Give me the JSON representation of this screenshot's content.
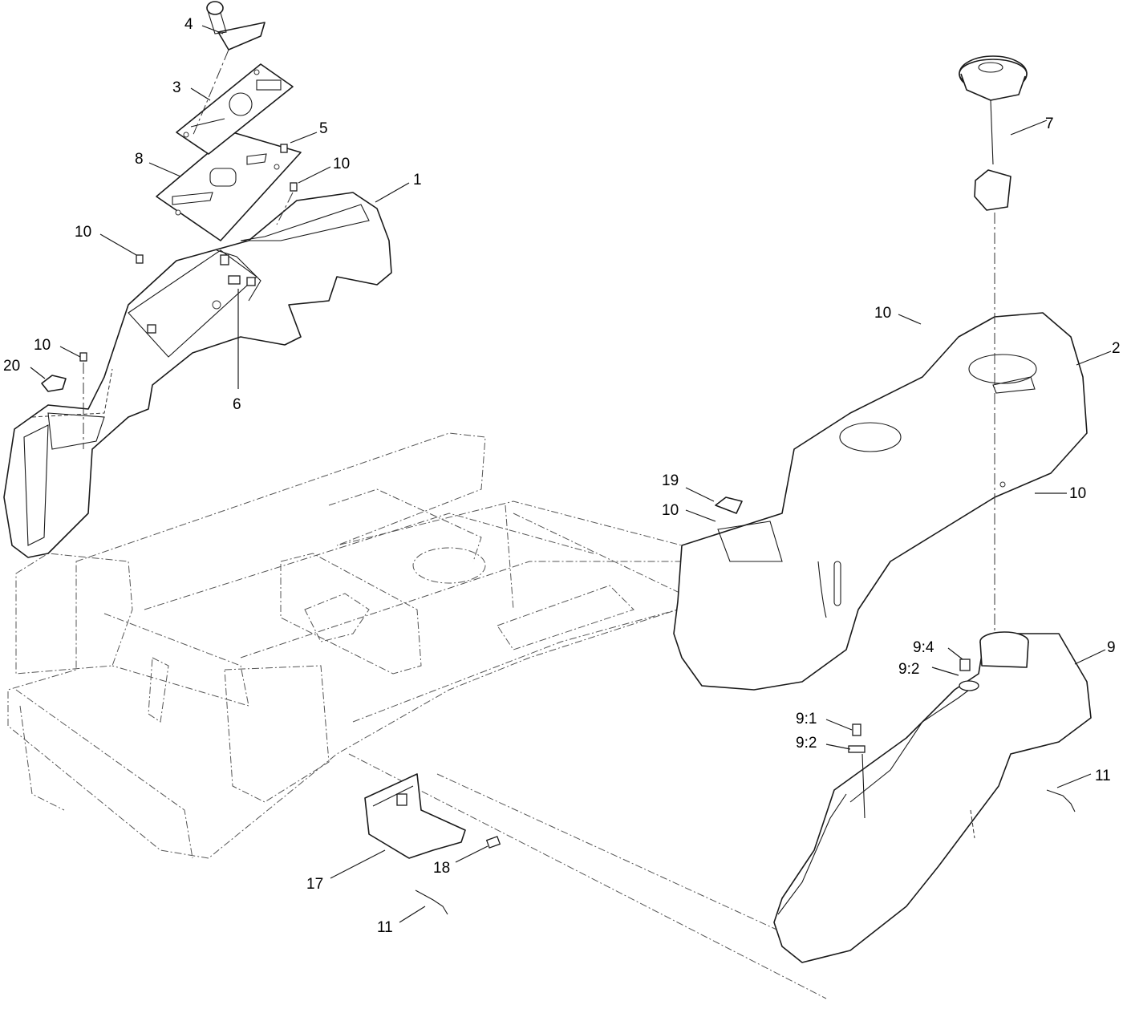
{
  "callouts": {
    "c1": "1",
    "c2": "2",
    "c3": "3",
    "c4": "4",
    "c5": "5",
    "c6": "6",
    "c7": "7",
    "c8": "8",
    "c9": "9",
    "c9_1": "9:1",
    "c9_2a": "9:2",
    "c9_2b": "9:2",
    "c9_4": "9:4",
    "c10_top": "10",
    "c10_left": "10",
    "c10_left_low": "10",
    "c10_right_top": "10",
    "c10_right": "10",
    "c10_mid": "10",
    "c11_bottom": "11",
    "c11_right": "11",
    "c17": "17",
    "c18": "18",
    "c19": "19",
    "c20": "20"
  },
  "colors": {
    "line": "#1a1a1a",
    "background": "#ffffff"
  }
}
